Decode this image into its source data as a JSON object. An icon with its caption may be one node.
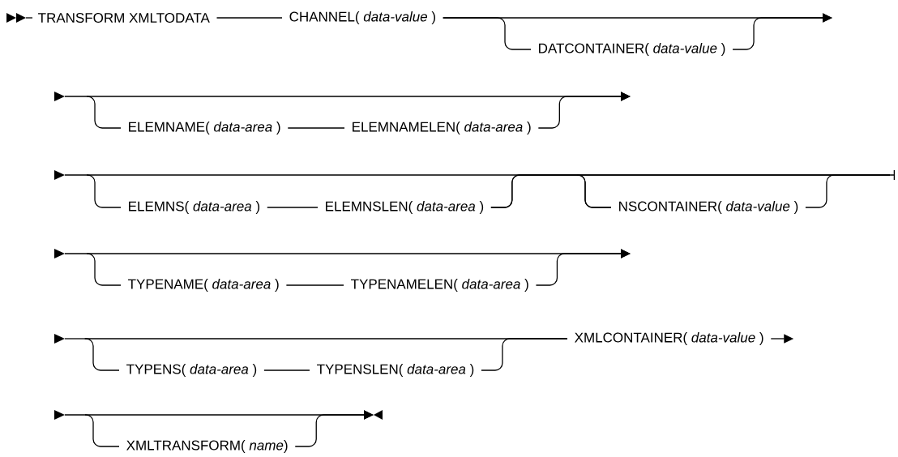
{
  "diagram": {
    "nodes": [
      {
        "text": [
          "TRANSFORM XMLTODATA"
        ]
      },
      {
        "text": [
          "CHANNEL( *data-value* )"
        ]
      },
      {
        "text": [
          "DATCONTAINER( *data-value* )"
        ]
      },
      {
        "text": [
          "ELEMNAME( *data-area* )"
        ]
      },
      {
        "text": [
          "ELEMNAMELEN( *data-area* )"
        ]
      },
      {
        "text": [
          "ELEMNS( *data-area* )"
        ]
      },
      {
        "text": [
          "ELEMNSLEN( *data-area* )"
        ]
      },
      {
        "text": [
          "NSCONTAINER( *data-value* )"
        ]
      },
      {
        "text": [
          "TYPENAME( *data-area* )"
        ]
      },
      {
        "text": [
          "TYPENAMELEN( *data-area* )"
        ]
      },
      {
        "text": [
          "TYPENS( *data-area* )"
        ]
      },
      {
        "text": [
          "TYPENSLEN( *data-area* )"
        ]
      },
      {
        "text": [
          "XMLCONTAINER( *data-value* )"
        ]
      },
      {
        "text": [
          "XMLTRANSFORM( *name*)"
        ]
      }
    ],
    "edges": [
      {
        "from": 0,
        "to": 1,
        "arrow": "none"
      },
      {
        "from": 1,
        "to": null,
        "arrow": "to"
      },
      {
        "from": 1,
        "to": 2,
        "arrow": "none"
      },
      {
        "from": 2,
        "to": null,
        "arrow": "to"
      },
      {
        "from": null,
        "to": 3,
        "arrow": "none"
      },
      {
        "from": 3,
        "to": 4,
        "arrow": "none"
      },
      {
        "from": 4,
        "to": null,
        "arrow": "to"
      },
      {
        "from": null,
        "to": 5,
        "arrow": "none"
      },
      {
        "from": 5,
        "to": 6,
        "arrow": "none"
      },
      {
        "from": 6,
        "to": 7,
        "arrow": "none"
      },
      {
        "from": 6,
        "to": null,
        "arrow": "none"
      },
      {
        "from": null,
        "to": 7,
        "arrow": "none"
      },
      {
        "from": 7,
        "to": null,
        "arrow": "none"
      },
      {
        "from": null,
        "to": 8,
        "arrow": "none"
      },
      {
        "from": 8,
        "to": 9,
        "arrow": "none"
      },
      {
        "from": 9,
        "to": null,
        "arrow": "to"
      },
      {
        "from": null,
        "to": 10,
        "arrow": "none"
      },
      {
        "from": 10,
        "to": 11,
        "arrow": "none"
      },
      {
        "from": 11,
        "to": 12,
        "arrow": "none"
      },
      {
        "from": null,
        "to": 12,
        "arrow": "none"
      },
      {
        "from": 12,
        "to": null,
        "arrow": "to"
      },
      {
        "from": null,
        "to": 13,
        "arrow": "none"
      },
      {
        "from": 13,
        "to": null,
        "arrow": "to"
      }
    ]
  }
}
